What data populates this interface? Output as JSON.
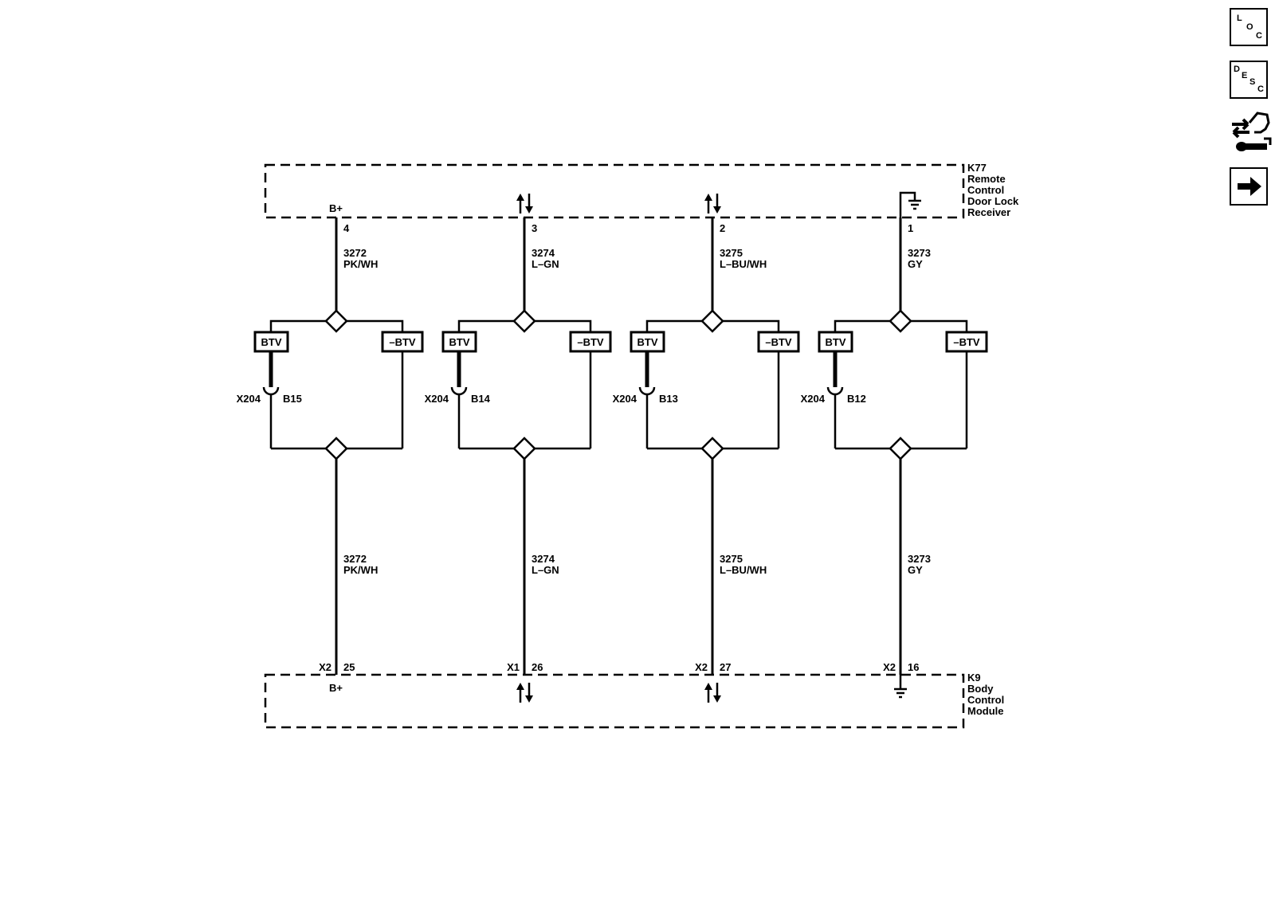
{
  "modules": {
    "receiver": {
      "ref": "K77",
      "name_lines": [
        "Remote",
        "Control",
        "Door Lock",
        "Receiver"
      ]
    },
    "bcm": {
      "ref": "K9",
      "name_lines": [
        "Body",
        "Control",
        "Module"
      ]
    }
  },
  "circuits": [
    {
      "top_pin": "4",
      "top_symbol": "B+",
      "circuit": "3272",
      "color": "PK/WH",
      "btv": "BTV",
      "neg_btv": "–BTV",
      "connector": "X204",
      "connector_pin": "B15",
      "bcm_connector": "X2",
      "bcm_pin": "25",
      "bcm_symbol": "B+"
    },
    {
      "top_pin": "3",
      "top_symbol": "bidirectional",
      "circuit": "3274",
      "color": "L–GN",
      "btv": "BTV",
      "neg_btv": "–BTV",
      "connector": "X204",
      "connector_pin": "B14",
      "bcm_connector": "X1",
      "bcm_pin": "26",
      "bcm_symbol": "bidirectional"
    },
    {
      "top_pin": "2",
      "top_symbol": "bidirectional",
      "circuit": "3275",
      "color": "L–BU/WH",
      "btv": "BTV",
      "neg_btv": "–BTV",
      "connector": "X204",
      "connector_pin": "B13",
      "bcm_connector": "X2",
      "bcm_pin": "27",
      "bcm_symbol": "bidirectional"
    },
    {
      "top_pin": "1",
      "top_symbol": "ground",
      "circuit": "3273",
      "color": "GY",
      "btv": "BTV",
      "neg_btv": "–BTV",
      "connector": "X204",
      "connector_pin": "B12",
      "bcm_connector": "X2",
      "bcm_pin": "16",
      "bcm_symbol": "ground"
    }
  ],
  "sidebar": {
    "loc": {
      "icon": "loc-icon",
      "letters": [
        "L",
        "O",
        "C"
      ]
    },
    "desc": {
      "icon": "desc-icon",
      "letters": [
        "D",
        "E",
        "S",
        "C"
      ]
    },
    "connector_end": {
      "icon": "connector-end-view-icon"
    },
    "next": {
      "icon": "next-arrow-icon"
    }
  }
}
